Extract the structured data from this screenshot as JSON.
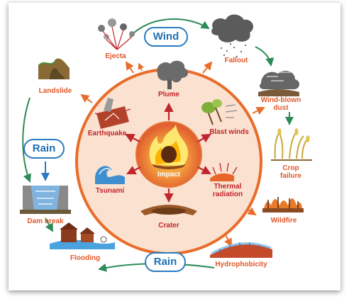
{
  "colors": {
    "outer_ring": "#e86d2b",
    "inner_fill": "#fbe1cf",
    "center_fill": "#e5763a",
    "inner_arrow": "#c0262d",
    "cycle_arrow": "#2e8b57",
    "rain_blue": "#2a7bc1"
  },
  "nodes": {
    "wind": "Wind",
    "ejecta": "Ejecta",
    "fallout": "Fallout",
    "landslide": "Landslide",
    "wind_blown_dust": "Wind-blown\ndust",
    "rain_top": "Rain",
    "crop_failure": "Crop\nfailure",
    "dam_break": "Dam break",
    "wildfire": "Wildfire",
    "flooding": "Flooding",
    "rain_bottom": "Rain",
    "hydrophobicity": "Hydrophobicity",
    "plume": "Plume",
    "earthquake": "Earthquake",
    "blast_winds": "Blast winds",
    "impact": "Impact",
    "tsunami": "Tsunami",
    "thermal_radiation": "Thermal\nradiation",
    "crater": "Crater"
  }
}
